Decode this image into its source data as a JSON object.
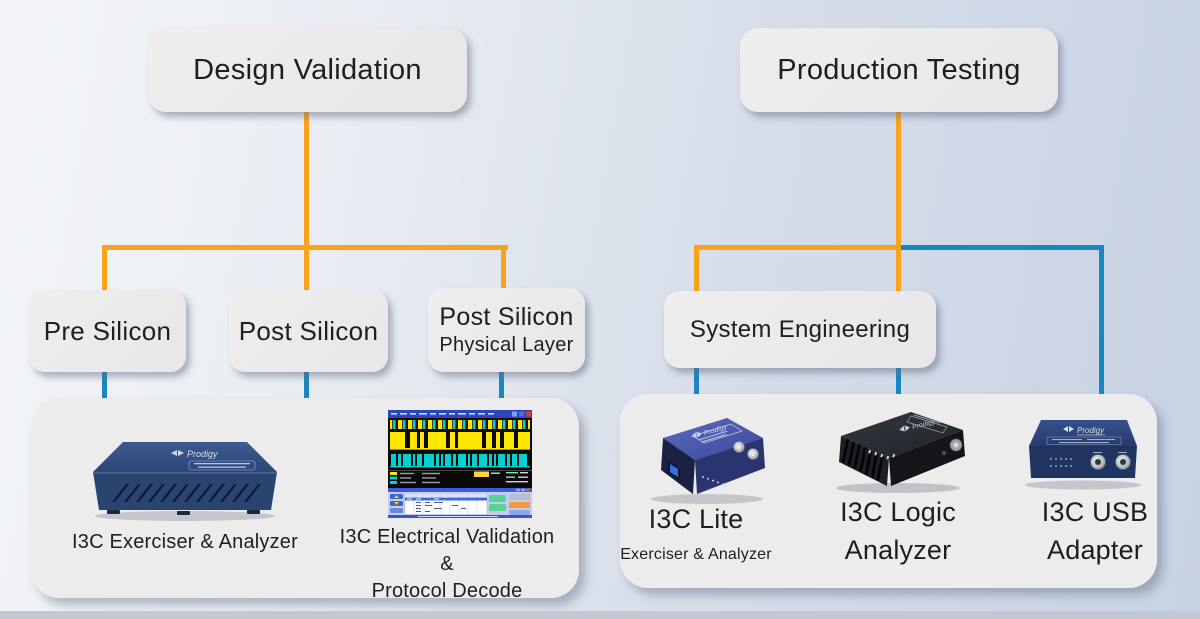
{
  "palette": {
    "connector_orange": "#F9A21B",
    "connector_blue": "#1B87C1",
    "node_background": "#E9E9EA",
    "panel_background": "#ECECED",
    "text": "#1E1E20"
  },
  "tree": {
    "design_validation": "Design Validation",
    "production_testing": "Production Testing",
    "pre_silicon": "Pre Silicon",
    "post_silicon": "Post Silicon",
    "post_silicon_physical_line1": "Post Silicon",
    "post_silicon_physical_line2": "Physical Layer",
    "system_engineering": "System Engineering"
  },
  "products": {
    "exerciser": {
      "label": "I3C Exerciser & Analyzer",
      "logo": "Prodigy"
    },
    "electrical": {
      "line1": "I3C Electrical Validation &",
      "line2": "Protocol Decode"
    },
    "lite": {
      "title": "I3C Lite",
      "subtitle": "Exerciser & Analyzer",
      "logo": "Prodigy"
    },
    "logic": {
      "line1": "I3C Logic",
      "line2": "Analyzer",
      "logo": "Prodigy"
    },
    "usb": {
      "line1": "I3C USB",
      "line2": "Adapter",
      "logo": "Prodigy"
    }
  }
}
